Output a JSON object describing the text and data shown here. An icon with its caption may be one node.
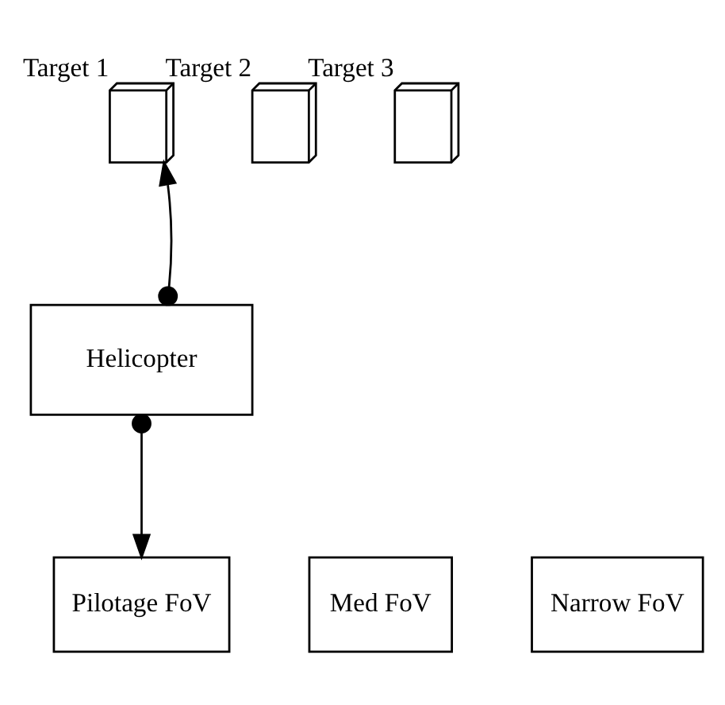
{
  "diagram": {
    "nodes": [
      {
        "text": [],
        "shape": "picture",
        "beside": [
          "Target 1"
        ]
      },
      {
        "text": [],
        "shape": "picture",
        "beside": [
          "Target 2"
        ]
      },
      {
        "text": [],
        "shape": "picture",
        "beside": [
          "Target 3"
        ]
      },
      {
        "text": [
          "Helicopter"
        ]
      },
      {
        "text": [
          "Pilotage FoV"
        ]
      },
      {
        "text": [
          "Med FoV"
        ]
      },
      {
        "text": [
          "Narrow FoV"
        ]
      }
    ],
    "edges": [
      {
        "from": 3,
        "to": 0,
        "arrow": "to"
      },
      {
        "from": 3,
        "to": 4,
        "arrow": "to"
      }
    ]
  }
}
